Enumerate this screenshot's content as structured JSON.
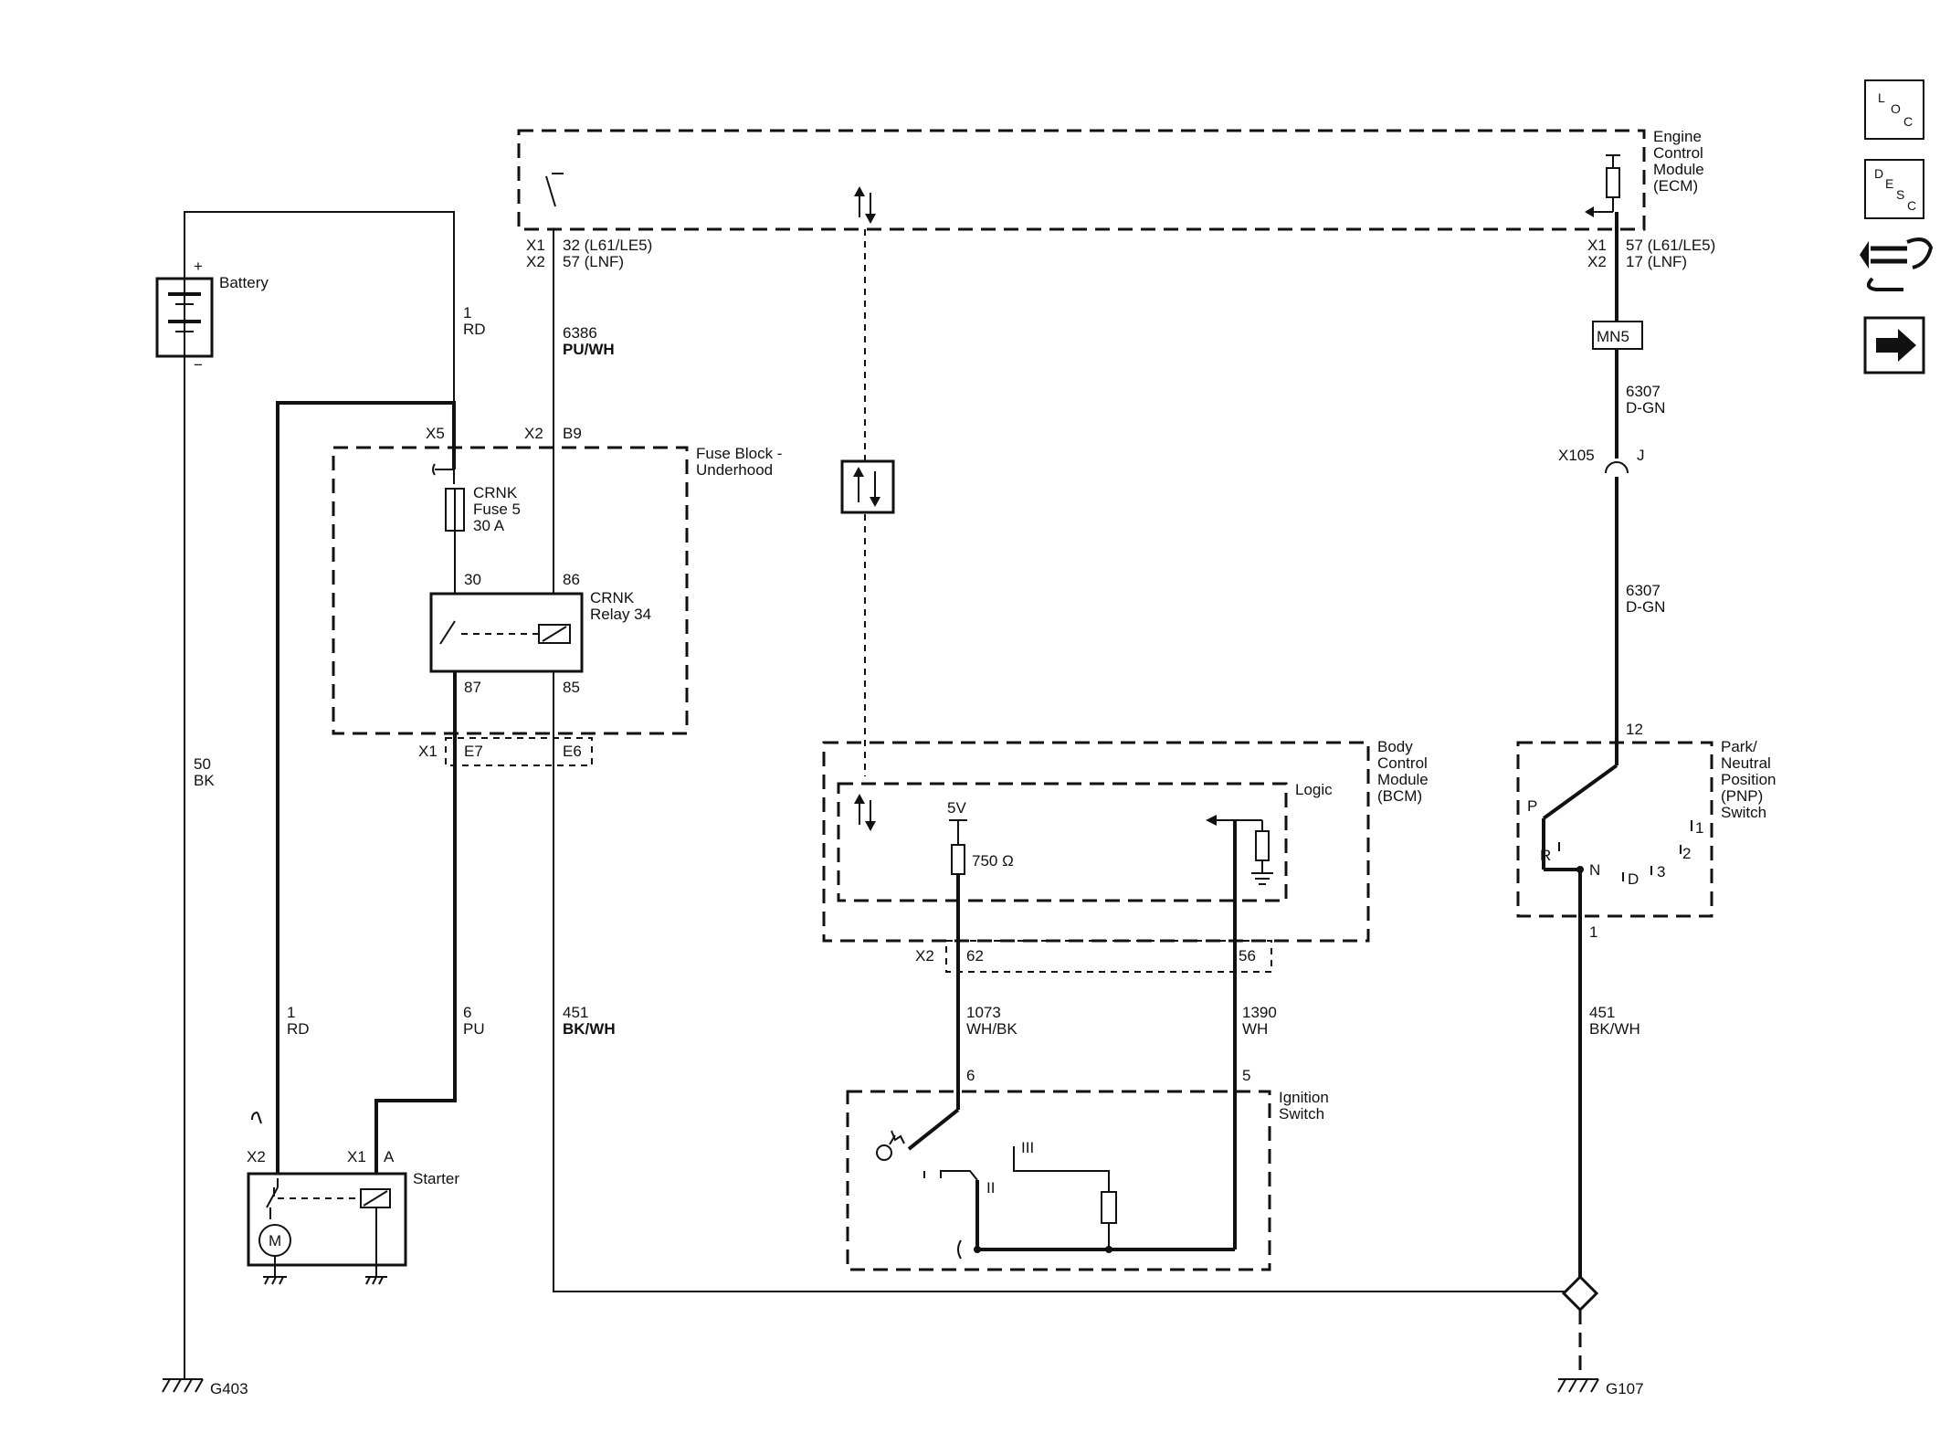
{
  "components": {
    "battery": "Battery",
    "battery_pos": "+",
    "battery_neg": "−",
    "ecm": [
      "Engine",
      "Control",
      "Module",
      "(ECM)"
    ],
    "fuse_block": [
      "Fuse Block -",
      "Underhood"
    ],
    "fuse": [
      "CRNK",
      "Fuse 5",
      "30 A"
    ],
    "relay": [
      "CRNK",
      "Relay 34"
    ],
    "bcm": [
      "Body",
      "Control",
      "Module",
      "(BCM)"
    ],
    "logic": "Logic",
    "pnp": [
      "Park/",
      "Neutral",
      "Position",
      "(PNP)",
      "Switch"
    ],
    "ignition": [
      "Ignition",
      "Switch"
    ],
    "starter": "Starter",
    "motor": "M",
    "resistor_value": "750 Ω",
    "voltage": "5V",
    "splice": "MN5",
    "ground_left": "G403",
    "ground_right": "G107"
  },
  "connectors": {
    "ecm_left": [
      "X1",
      "X2"
    ],
    "ecm_left_pins": [
      "32 (L61/LE5)",
      "57 (LNF)"
    ],
    "ecm_right": [
      "X1",
      "X2"
    ],
    "ecm_right_pins": [
      "57 (L61/LE5)",
      "17 (LNF)"
    ],
    "fuse_x5": "X5",
    "fuse_x2": "X2",
    "fuse_b9": "B9",
    "relay_pins": [
      "30",
      "86",
      "87",
      "85"
    ],
    "fuse_x1": "X1",
    "fuse_e7": "E7",
    "fuse_e6": "E6",
    "inline": "X105",
    "inline_pin": "J",
    "pnp_top": "12",
    "pnp_bottom": "1",
    "pnp_positions": [
      "P",
      "R",
      "N",
      "D",
      "3",
      "2",
      "1"
    ],
    "bcm_x2": "X2",
    "bcm_pins": [
      "62",
      "56"
    ],
    "ign_pins": [
      "6",
      "5"
    ],
    "ign_positions": [
      "II",
      "III"
    ],
    "starter_x2": "X2",
    "starter_x1": "X1",
    "starter_a": "A"
  },
  "wires": {
    "bat_pos": [
      "1",
      "RD"
    ],
    "bat_neg": [
      "50",
      "BK"
    ],
    "ecm_ctrl": [
      "6386",
      "PU/WH"
    ],
    "starter_feed": [
      "1",
      "RD"
    ],
    "starter_ctrl": [
      "6",
      "PU"
    ],
    "relay_gnd": [
      "451",
      "BK/WH"
    ],
    "pnp_signal_a": [
      "6307",
      "D-GN"
    ],
    "pnp_signal_b": [
      "6307",
      "D-GN"
    ],
    "ign_crank": [
      "1073",
      "WH/BK"
    ],
    "ign_sig": [
      "1390",
      "WH"
    ],
    "pnp_gnd": [
      "451",
      "BK/WH"
    ]
  },
  "nav": {
    "loc": [
      "L",
      "O",
      "C"
    ],
    "desc": [
      "D",
      "E",
      "S",
      "C"
    ],
    "loc_icon": "location-icon",
    "desc_icon": "description-icon",
    "conn_icon": "connector-icon",
    "next_icon": "arrow-right-icon"
  }
}
